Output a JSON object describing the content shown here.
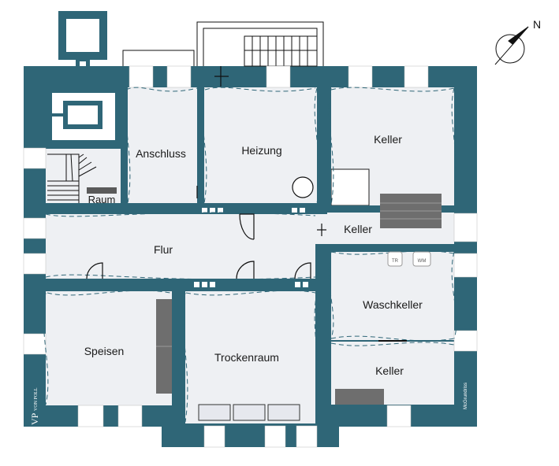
{
  "compass": {
    "label": "N"
  },
  "rooms": {
    "anschluss": "Anschluss",
    "heizung": "Heizung",
    "keller_top": "Keller",
    "raum": "Raum",
    "keller_mid": "Keller",
    "flur": "Flur",
    "waschkeller": "Waschkeller",
    "speisen": "Speisen",
    "trockenraum": "Trockenraum",
    "keller_bottom": "Keller"
  },
  "appliances": {
    "tumble_dryer": "TR",
    "washing_machine": "WM"
  },
  "branding": {
    "logo_mark": "VP",
    "logo_name": "VON POLL",
    "credit": "McGrundriss"
  },
  "colors": {
    "wall": "#2f6677",
    "floor": "#eef0f3",
    "window": "#ffffff",
    "door": "#111111"
  }
}
